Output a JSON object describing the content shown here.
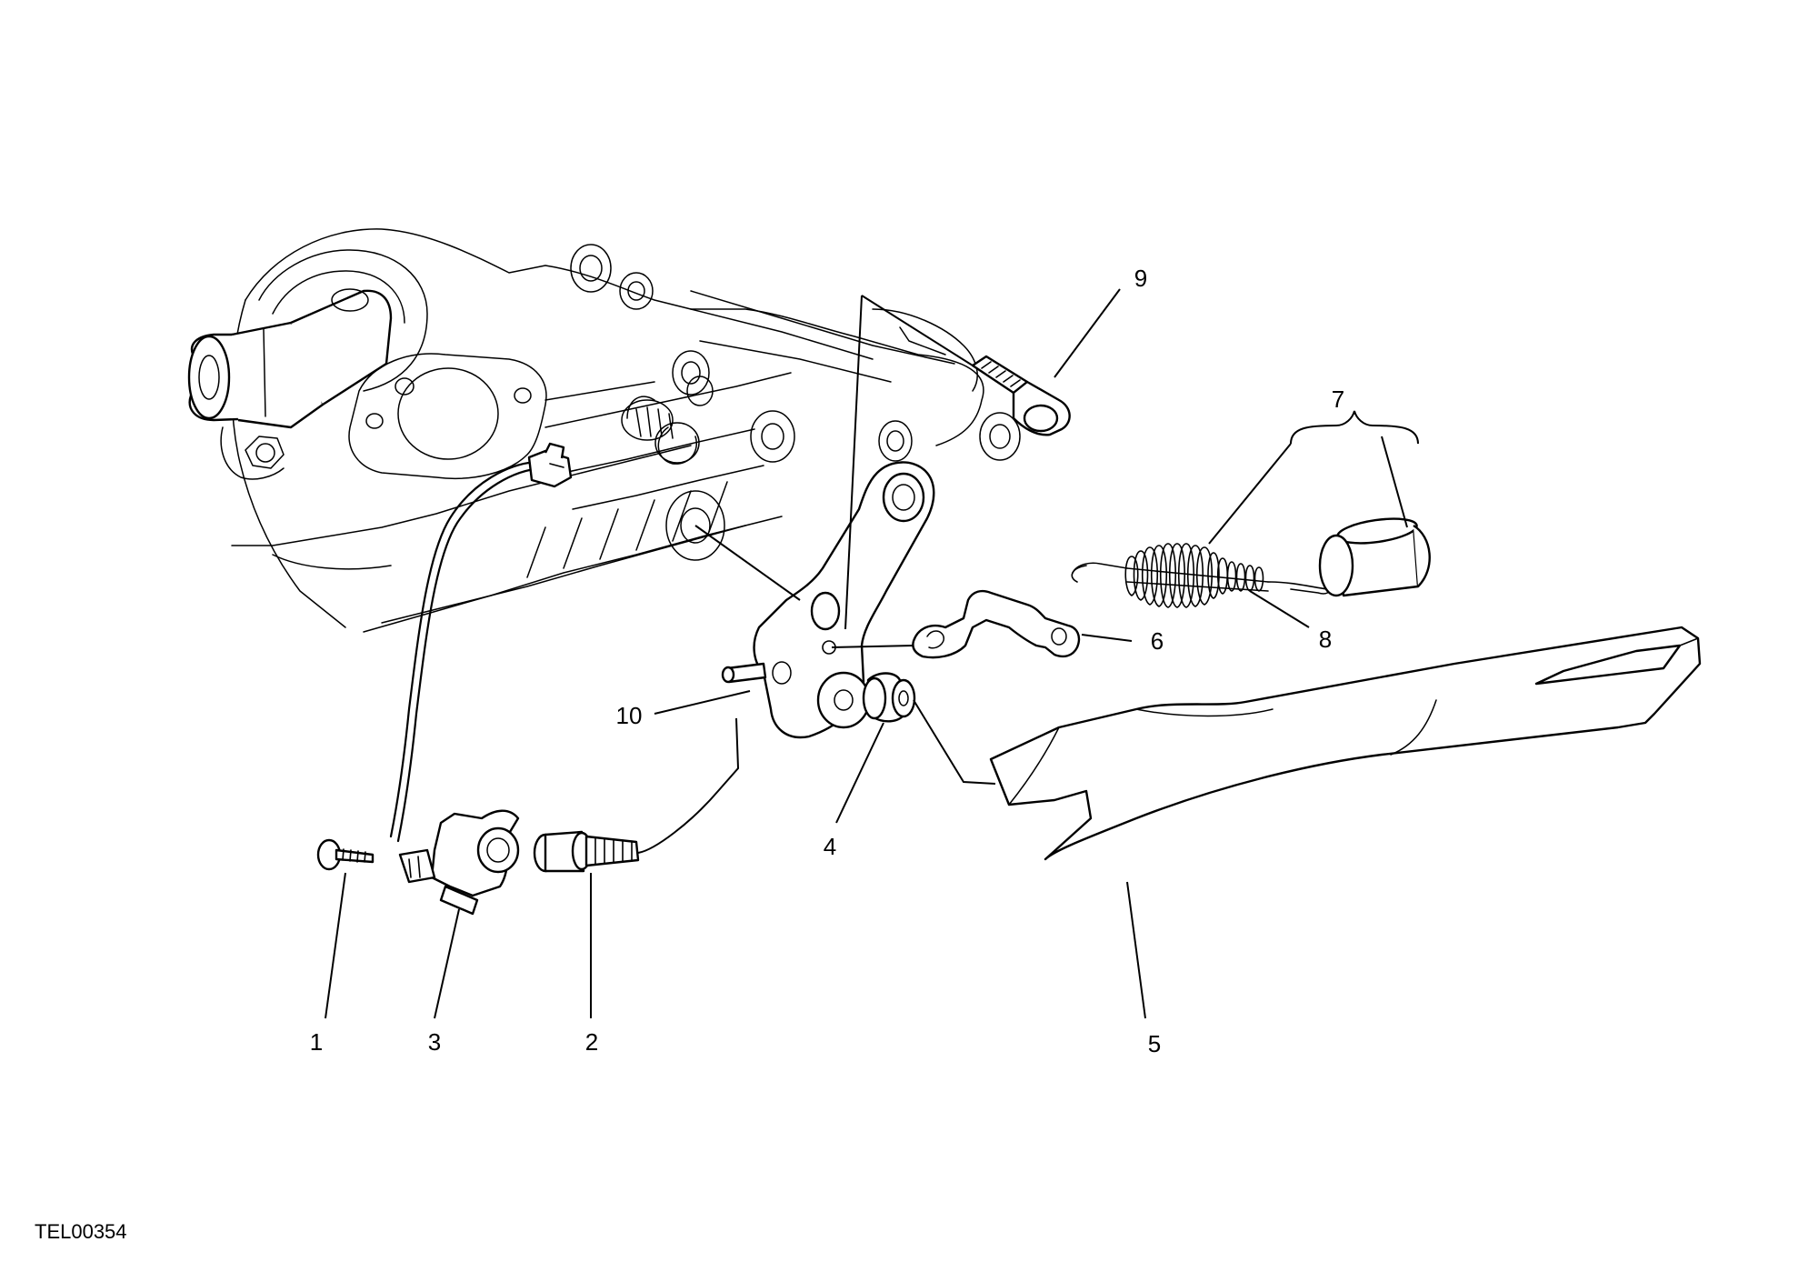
{
  "drawing_code": "TEL00354",
  "callouts": [
    "1",
    "2",
    "3",
    "4",
    "5",
    "6",
    "7",
    "8",
    "9",
    "10"
  ]
}
